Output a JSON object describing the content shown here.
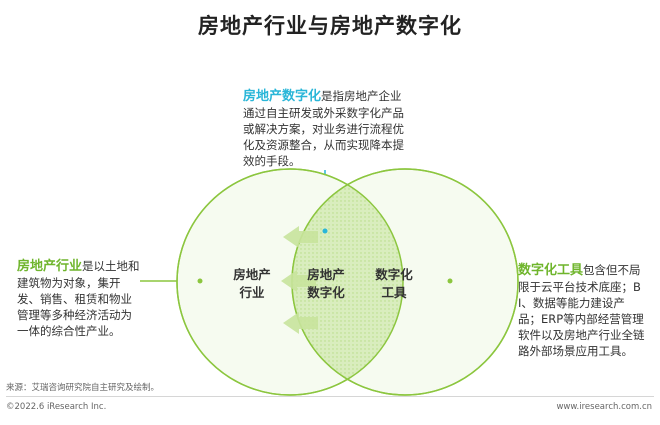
{
  "title": "房地产行业与房地产数字化",
  "top_box": {
    "term": "房地产数字化",
    "text": "是指房地产企业通过自主研发或外采数字化产品或解决方案，对业务进行流程优化及资源整合，从而实现降本提效的手段。"
  },
  "left_box": {
    "term": "房地产行业",
    "text": "是以土地和建筑物为对象，集开发、销售、租赁和物业管理等多种经济活动为一体的综合性产业。"
  },
  "right_box": {
    "term": "数字化工具",
    "text": "包含但不局限于云平台技术底座；BI、数据等能力建设产品；ERP等内部经营管理软件以及房地产行业全链路外部场景应用工具。"
  },
  "circles": {
    "left_line1": "房地产",
    "left_line2": "行业",
    "middle_line1": "房地产",
    "middle_line2": "数字化",
    "right_line1": "数字化",
    "right_line2": "工具"
  },
  "colors": {
    "accent_green": "#8cc63f",
    "accent_blue": "#29b6d8",
    "circle_fill": "#f5faee"
  },
  "source": "来源：艾瑞咨询研究院自主研究及绘制。",
  "footer": {
    "copyright": "©2022.6 iResearch Inc.",
    "website": "www.iresearch.com.cn"
  }
}
